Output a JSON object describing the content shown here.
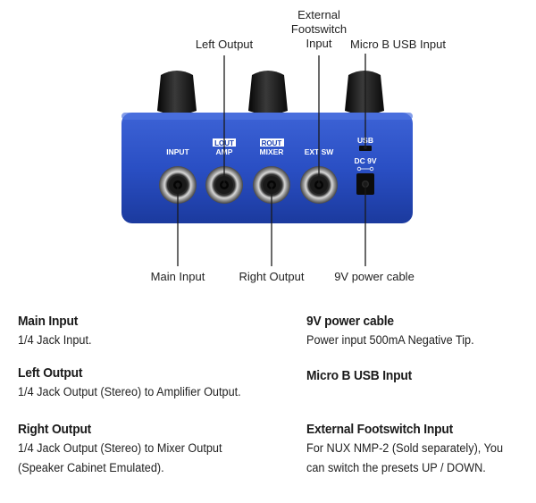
{
  "callouts": {
    "left_output": "Left Output",
    "ext_footswitch": [
      "External",
      "Footswitch",
      "Input"
    ],
    "micro_usb": "Micro B USB Input",
    "main_input": "Main Input",
    "right_output": "Right Output",
    "power_cable": "9V power cable"
  },
  "panel_labels": {
    "input": "INPUT",
    "lout": "LOUT",
    "amp": "AMP",
    "rout": "ROUT",
    "mixer": "MIXER",
    "ext_sw": "EXT SW",
    "usb": "USB",
    "dc9v": "DC 9V"
  },
  "descriptions": {
    "main_input": {
      "title": "Main Input",
      "lines": [
        "1/4 Jack Input."
      ]
    },
    "left_output": {
      "title": "Left Output",
      "lines": [
        "1/4 Jack Output (Stereo) to Amplifier Output."
      ]
    },
    "right_output": {
      "title": "Right Output",
      "lines": [
        "1/4 Jack Output (Stereo) to Mixer Output",
        "(Speaker Cabinet Emulated)."
      ]
    },
    "power_cable": {
      "title": "9V power cable",
      "lines": [
        "Power input 500mA Negative Tip."
      ]
    },
    "micro_usb": {
      "title": "Micro B USB Input",
      "lines": []
    },
    "ext_footswitch": {
      "title": "External Footswitch Input",
      "lines": [
        "For NUX NMP-2 (Sold separately), You",
        "can switch the presets UP / DOWN."
      ]
    }
  },
  "colors": {
    "pedal_body": "#2a4fc4",
    "pedal_edge": "#173a9e",
    "knob": "#111111"
  }
}
